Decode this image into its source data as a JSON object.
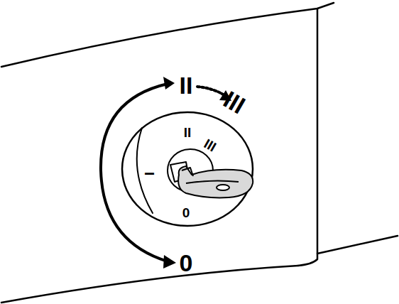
{
  "diagram": {
    "labels": [
      "II",
      "III",
      "0",
      "II",
      "III",
      "I",
      "0"
    ]
  }
}
